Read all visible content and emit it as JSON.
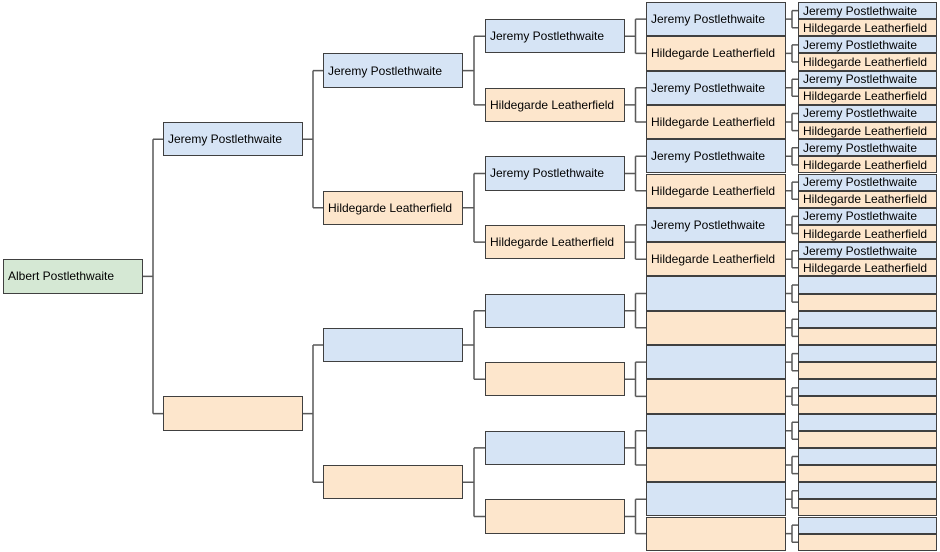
{
  "diagram": {
    "kind": "family-tree-pedigree-chart",
    "background": "#ffffff",
    "colors": {
      "green": "#d5e8d4",
      "blue": "#d6e4f5",
      "orange": "#fde6cc",
      "border": "#404040",
      "connector": "#595959"
    },
    "generations": [
      {
        "id": "generation-1",
        "boxes": [
          {
            "label": "Albert Postlethwaite",
            "color": "green"
          }
        ]
      },
      {
        "id": "generation-2",
        "boxes": [
          {
            "label": "Jeremy Postlethwaite",
            "color": "blue"
          },
          {
            "label": "",
            "color": "orange"
          }
        ]
      },
      {
        "id": "generation-3",
        "boxes": [
          {
            "label": "Jeremy Postlethwaite",
            "color": "blue"
          },
          {
            "label": "Hildegarde Leatherfield",
            "color": "orange"
          },
          {
            "label": "",
            "color": "blue"
          },
          {
            "label": "",
            "color": "orange"
          }
        ]
      },
      {
        "id": "generation-4",
        "boxes": [
          {
            "label": "Jeremy Postlethwaite",
            "color": "blue"
          },
          {
            "label": "Hildegarde Leatherfield",
            "color": "orange"
          },
          {
            "label": "Jeremy Postlethwaite",
            "color": "blue"
          },
          {
            "label": "Hildegarde Leatherfield",
            "color": "orange"
          },
          {
            "label": "",
            "color": "blue"
          },
          {
            "label": "",
            "color": "orange"
          },
          {
            "label": "",
            "color": "blue"
          },
          {
            "label": "",
            "color": "orange"
          }
        ]
      },
      {
        "id": "generation-5",
        "boxes": [
          {
            "label": "Jeremy Postlethwaite",
            "color": "blue"
          },
          {
            "label": "Hildegarde Leatherfield",
            "color": "orange"
          },
          {
            "label": "Jeremy Postlethwaite",
            "color": "blue"
          },
          {
            "label": "Hildegarde Leatherfield",
            "color": "orange"
          },
          {
            "label": "Jeremy Postlethwaite",
            "color": "blue"
          },
          {
            "label": "Hildegarde Leatherfield",
            "color": "orange"
          },
          {
            "label": "Jeremy Postlethwaite",
            "color": "blue"
          },
          {
            "label": "Hildegarde Leatherfield",
            "color": "orange"
          },
          {
            "label": "",
            "color": "blue"
          },
          {
            "label": "",
            "color": "orange"
          },
          {
            "label": "",
            "color": "blue"
          },
          {
            "label": "",
            "color": "orange"
          },
          {
            "label": "",
            "color": "blue"
          },
          {
            "label": "",
            "color": "orange"
          },
          {
            "label": "",
            "color": "blue"
          },
          {
            "label": "",
            "color": "orange"
          }
        ]
      },
      {
        "id": "generation-6",
        "boxes": [
          {
            "label": "Jeremy Postlethwaite",
            "color": "blue"
          },
          {
            "label": "Hildegarde Leatherfield",
            "color": "orange"
          },
          {
            "label": "Jeremy Postlethwaite",
            "color": "blue"
          },
          {
            "label": "Hildegarde Leatherfield",
            "color": "orange"
          },
          {
            "label": "Jeremy Postlethwaite",
            "color": "blue"
          },
          {
            "label": "Hildegarde Leatherfield",
            "color": "orange"
          },
          {
            "label": "Jeremy Postlethwaite",
            "color": "blue"
          },
          {
            "label": "Hildegarde Leatherfield",
            "color": "orange"
          },
          {
            "label": "Jeremy Postlethwaite",
            "color": "blue"
          },
          {
            "label": "Hildegarde Leatherfield",
            "color": "orange"
          },
          {
            "label": "Jeremy Postlethwaite",
            "color": "blue"
          },
          {
            "label": "Hildegarde Leatherfield",
            "color": "orange"
          },
          {
            "label": "Jeremy Postlethwaite",
            "color": "blue"
          },
          {
            "label": "Hildegarde Leatherfield",
            "color": "orange"
          },
          {
            "label": "Jeremy Postlethwaite",
            "color": "blue"
          },
          {
            "label": "Hildegarde Leatherfield",
            "color": "orange"
          },
          {
            "label": "",
            "color": "blue"
          },
          {
            "label": "",
            "color": "orange"
          },
          {
            "label": "",
            "color": "blue"
          },
          {
            "label": "",
            "color": "orange"
          },
          {
            "label": "",
            "color": "blue"
          },
          {
            "label": "",
            "color": "orange"
          },
          {
            "label": "",
            "color": "blue"
          },
          {
            "label": "",
            "color": "orange"
          },
          {
            "label": "",
            "color": "blue"
          },
          {
            "label": "",
            "color": "orange"
          },
          {
            "label": "",
            "color": "blue"
          },
          {
            "label": "",
            "color": "orange"
          },
          {
            "label": "",
            "color": "blue"
          },
          {
            "label": "",
            "color": "orange"
          },
          {
            "label": "",
            "color": "blue"
          },
          {
            "label": "",
            "color": "orange"
          }
        ]
      }
    ]
  }
}
